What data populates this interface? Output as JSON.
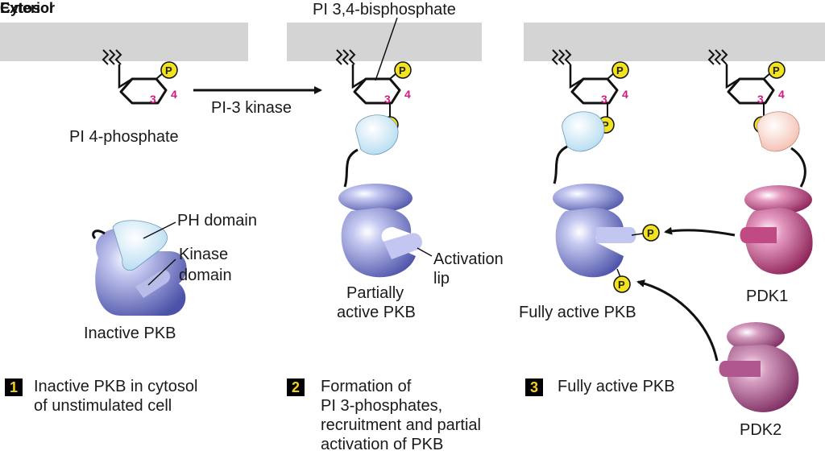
{
  "regions": {
    "exterior": "Exterior",
    "cytosol": "Cytosol"
  },
  "labels": {
    "pi4p": "PI 4-phosphate",
    "pi34bp": "PI 3,4-bisphosphate",
    "pi3kinase": "PI-3 kinase",
    "ph_domain": "PH domain",
    "kinase_domain_1": "Kinase",
    "kinase_domain_2": "domain",
    "inactive_pkb": "Inactive PKB",
    "partially_1": "Partially",
    "partially_2": "active PKB",
    "activation_1": "Activation",
    "activation_2": "lip",
    "fully_active_pkb": "Fully active PKB",
    "pdk1": "PDK1",
    "pdk2": "PDK2",
    "phospho": "P",
    "carbon3": "3",
    "carbon4": "4"
  },
  "steps": [
    {
      "num": "1",
      "lines": [
        "Inactive PKB in cytosol",
        "of unstimulated cell"
      ]
    },
    {
      "num": "2",
      "lines": [
        "Formation of",
        "PI 3-phosphates,",
        "recruitment and partial",
        "activation of PKB"
      ]
    },
    {
      "num": "3",
      "lines": [
        "Fully active PKB"
      ]
    }
  ],
  "colors": {
    "membrane": "#d4d4d4",
    "pkb": "#7d82cf",
    "ph_domain": "#bfe1f3",
    "pdk": "#a0265f",
    "pdk1_ph": "#f6c8bb",
    "phosphate": "#f3e21e",
    "number_magenta": "#d6187f"
  }
}
